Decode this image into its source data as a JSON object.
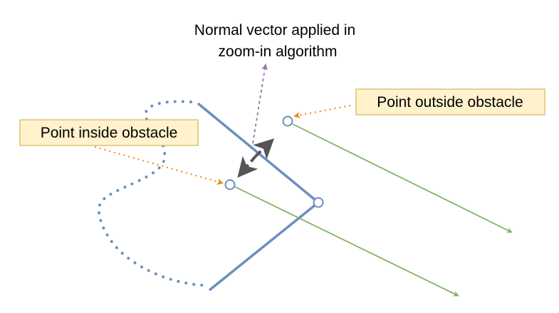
{
  "labels": {
    "normal_vector_line1": "Normal vector applied in",
    "normal_vector_line2": "zoom-in algorithm",
    "point_outside": "Point outside obstacle",
    "point_inside": "Point inside obstacle"
  },
  "colors": {
    "obstacle": "#6c8ebf",
    "ray": "#82b366",
    "callout_arrow": "#f08705",
    "callout_fill": "#fff2cc",
    "callout_border": "#d6b656",
    "normal_arrow": "#9673a6",
    "zoom_arrow": "#555555"
  }
}
